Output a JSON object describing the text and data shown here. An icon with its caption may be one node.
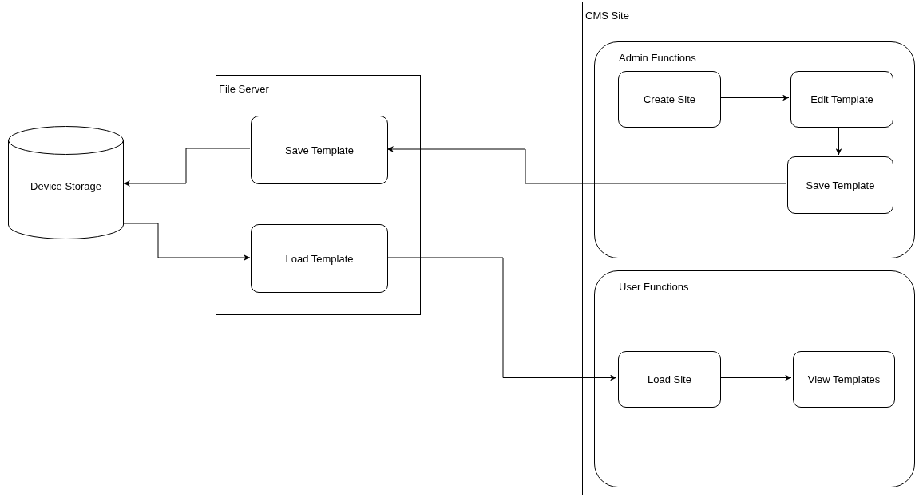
{
  "diagram": {
    "nodes": [
      {
        "text": [
          "Device Storage"
        ]
      },
      {
        "text": [
          "File Server"
        ]
      },
      {
        "text": [
          "Save Template"
        ],
        "in": 1
      },
      {
        "text": [
          "Load Template"
        ],
        "in": 1
      },
      {
        "text": [
          "CMS Site"
        ]
      },
      {
        "text": [
          "Admin Functions"
        ],
        "in": 4
      },
      {
        "text": [
          "Create Site"
        ],
        "in": 5
      },
      {
        "text": [
          "Edit Template"
        ],
        "in": 5
      },
      {
        "text": [
          "Save Template"
        ],
        "in": 5
      },
      {
        "text": [
          "User Functions"
        ],
        "in": 4
      },
      {
        "text": [
          "Load Site"
        ],
        "in": 9
      },
      {
        "text": [
          "View Templates"
        ],
        "in": 9
      }
    ],
    "edges": [
      {
        "from": 6,
        "to": 7,
        "arrow": "to"
      },
      {
        "from": 7,
        "to": 8,
        "arrow": "to"
      },
      {
        "from": 8,
        "to": 2,
        "arrow": "to"
      },
      {
        "from": 2,
        "to": 0,
        "arrow": "to"
      },
      {
        "from": 0,
        "to": 3,
        "arrow": "to"
      },
      {
        "from": 3,
        "to": 10,
        "arrow": "to"
      },
      {
        "from": 10,
        "to": 11,
        "arrow": "to"
      }
    ]
  }
}
